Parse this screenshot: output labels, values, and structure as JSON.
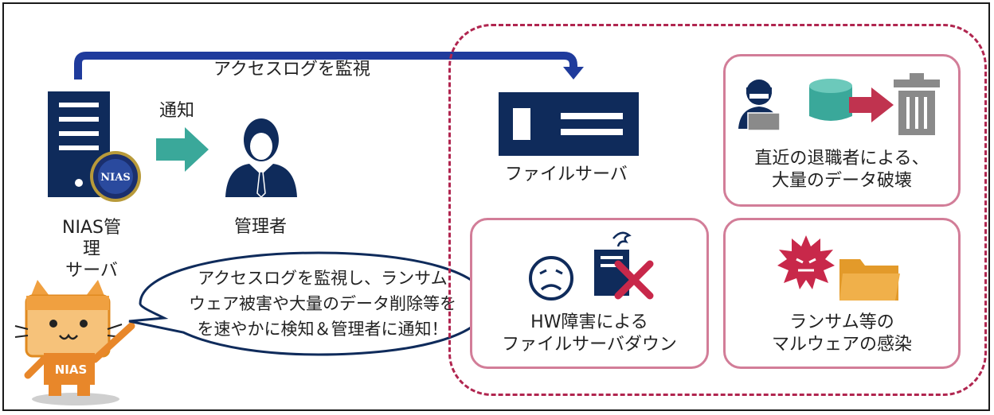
{
  "top_arrow_label": "アクセスログを監視",
  "notify_label": "通知",
  "nias_server_label_lines": [
    "NIAS管",
    "理",
    "サーバ"
  ],
  "nias_badge_text": "NIAS",
  "mascot_badge_text": "NIAS",
  "admin_label": "管理者",
  "file_server_label": "ファイルサーバ",
  "speech_bubble_lines": [
    "アクセスログを監視し、ランサム",
    "ウェア被害や大量のデータ削除等を",
    "を速やかに検知＆管理者に通知！"
  ],
  "threats": [
    {
      "id": "ex-employee",
      "lines": [
        "直近の退職者による、",
        "大量のデータ破壊"
      ]
    },
    {
      "id": "hw-failure",
      "lines": [
        "HW障害による",
        "ファイルサーバダウン"
      ]
    },
    {
      "id": "malware",
      "lines": [
        "ランサム等の",
        "マルウェアの感染"
      ]
    }
  ],
  "colors": {
    "navy": "#0f2b5b",
    "arrow_blue": "#1f3b9c",
    "teal": "#3aa89a",
    "dashed_border": "#b0254f",
    "box_border": "#d27d98",
    "crimson_arrow": "#c0334f",
    "red_x": "#c8284a",
    "virus": "#c8284a",
    "folder": "#e39a2a",
    "gray_trash": "#8a8a8a",
    "mascot_orange": "#f0a040"
  }
}
